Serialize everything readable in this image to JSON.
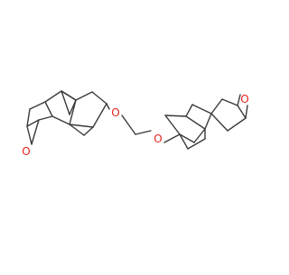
{
  "molecule": {
    "atom_labels": {
      "epoxide_oxygen_left": "O",
      "ether_oxygen_left": "O",
      "ether_oxygen_right": "O",
      "epoxide_oxygen_right": "O"
    },
    "colors": {
      "bond": "#3a3a3a",
      "oxygen": "#e8231e",
      "background": "#ffffff"
    }
  }
}
